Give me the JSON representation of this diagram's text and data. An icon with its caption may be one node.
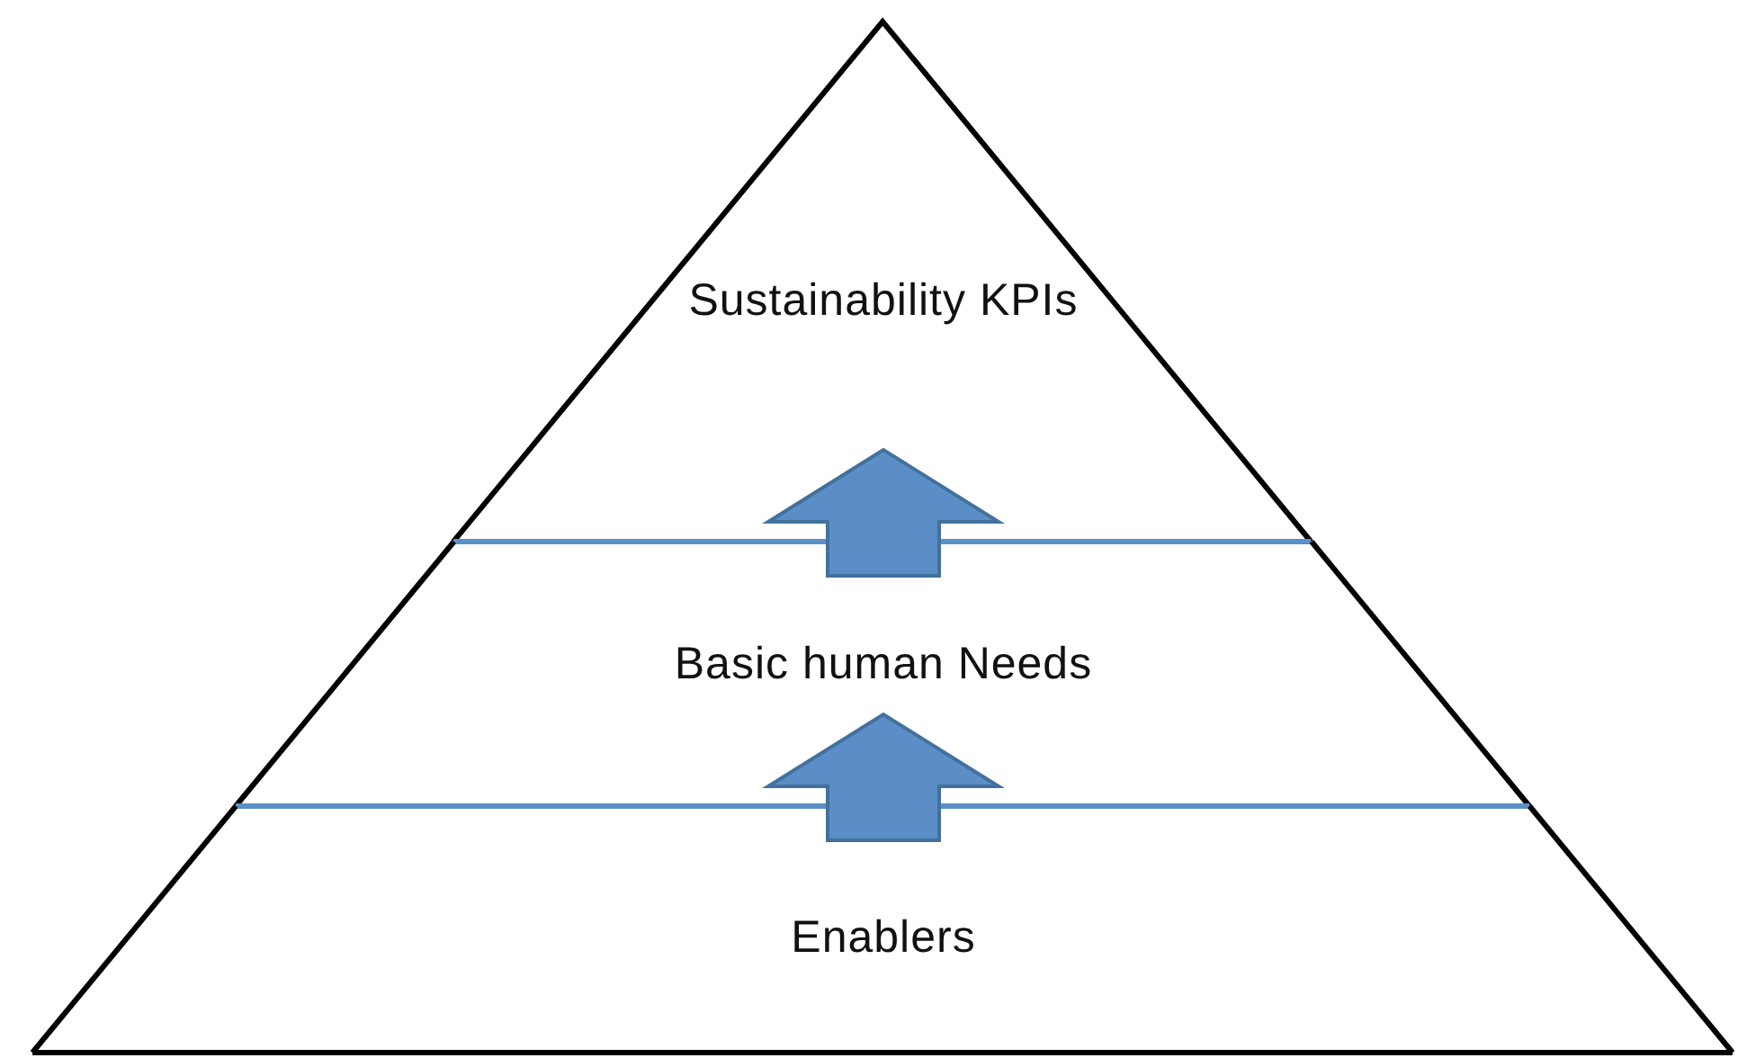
{
  "diagram": {
    "nodes": [
      {
        "text": [
          "Sustainability KPIs"
        ]
      },
      {
        "text": [
          "Basic human Needs"
        ]
      },
      {
        "text": [
          "Enablers"
        ]
      }
    ],
    "edges": [
      {
        "from": 2,
        "to": 1,
        "arrow": "to"
      },
      {
        "from": 1,
        "to": 0,
        "arrow": "to"
      }
    ]
  }
}
